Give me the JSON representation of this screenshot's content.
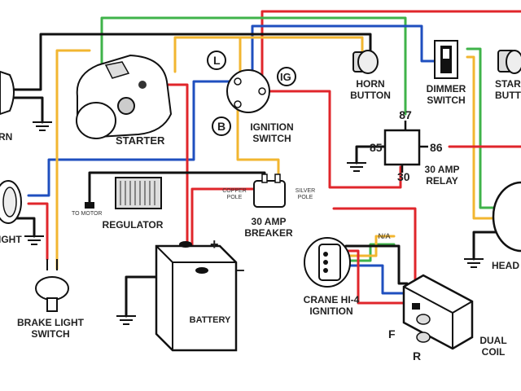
{
  "labels": {
    "horn_left": "RN",
    "starter": "STARTER",
    "terminal_l": "L",
    "terminal_ig": "IG",
    "terminal_b": "B",
    "ignition_switch": "IGNITION\nSWITCH",
    "horn_button": "HORN\nBUTTON",
    "dimmer_switch": "DIMMER\nSWITCH",
    "start_right": "STAR\nBUTT",
    "relay_87": "87",
    "relay_85": "85",
    "relay_86": "86",
    "relay_30": "30",
    "relay_title": "30 AMP\nRELAY",
    "light_left": "IGHT",
    "to_motor": "TO MOTOR",
    "regulator": "REGULATOR",
    "copper_pole": "COPPER\nPOLE",
    "silver_pole": "SILVER\nPOLE",
    "breaker": "30 AMP\nBREAKER",
    "plus": "+",
    "minus": "−",
    "battery": "BATTERY",
    "brake_light_switch": "BRAKE LIGHT\nSWITCH",
    "na": "N/A",
    "crane_ignition": "CRANE HI-4\nIGNITION",
    "f": "F",
    "r": "R",
    "dual_coil": "DUAL\nCOIL",
    "head_right": "HEAD"
  },
  "colors": {
    "red": "#e0262b",
    "green": "#3fb34a",
    "blue": "#1f4fbf",
    "yellow": "#f2b630",
    "black": "#111111"
  }
}
